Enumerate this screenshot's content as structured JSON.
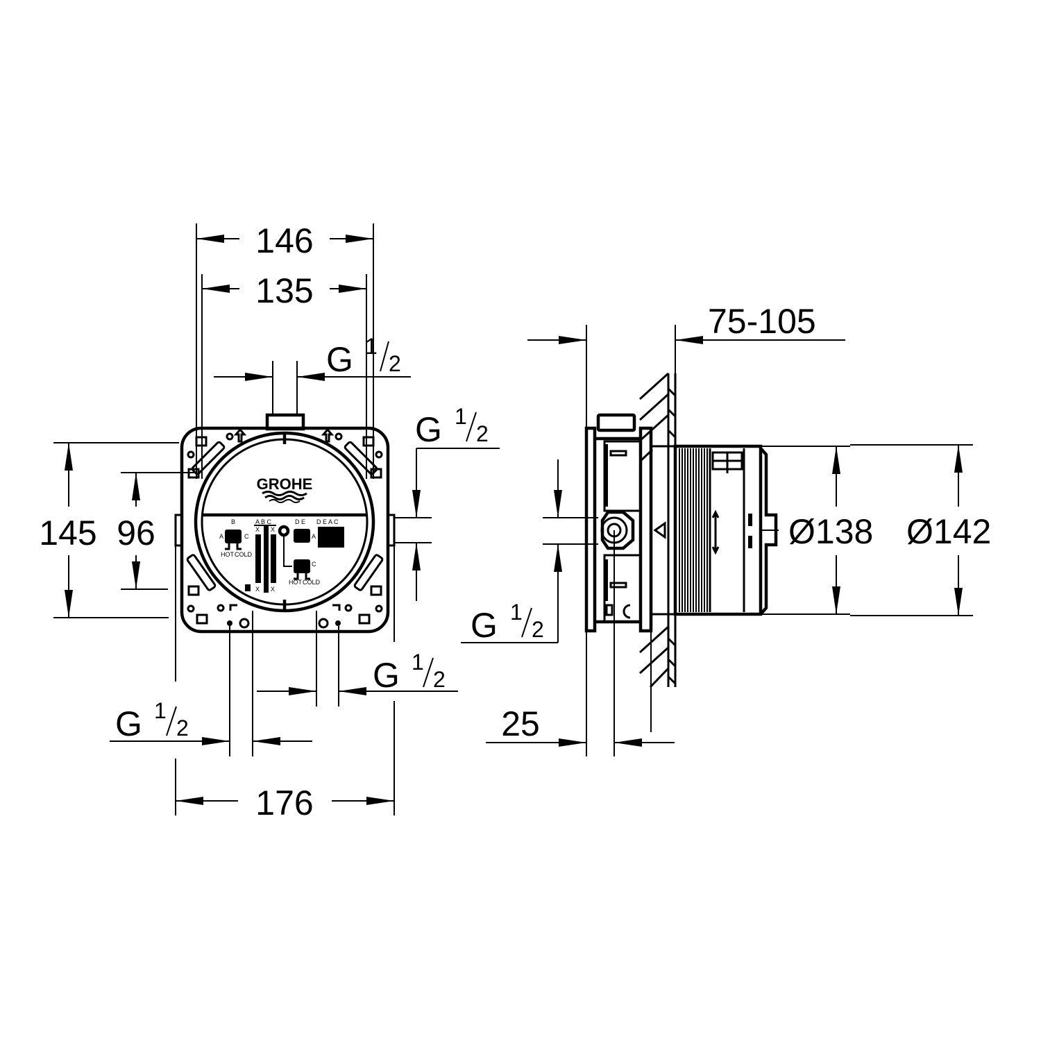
{
  "drawing": {
    "brand_logo": "GROHE",
    "views": [
      "front-view",
      "side-view"
    ]
  },
  "front_view": {
    "dim_width_outer": "146",
    "dim_width_inner": "135",
    "dim_height_outer": "145",
    "dim_height_inner": "96",
    "dim_bottom_width": "176",
    "thread_top": {
      "g": "G",
      "num": "1",
      "den": "2"
    },
    "thread_right": {
      "g": "G",
      "num": "1",
      "den": "2"
    },
    "thread_bottom_left": {
      "g": "G",
      "num": "1",
      "den": "2"
    },
    "thread_bottom_right": {
      "g": "G",
      "num": "1",
      "den": "2"
    },
    "label_panel": {
      "b": "B",
      "a": "A",
      "c": "C",
      "abc": "A B C",
      "de": "D E",
      "deac": "D E A C",
      "hot": "HOT",
      "cold": "COLD",
      "x": "X"
    }
  },
  "side_view": {
    "dim_depth": "75-105",
    "dim_offset": "25",
    "dim_diam_inner": "Ø138",
    "dim_diam_outer": "Ø142",
    "thread_left": {
      "g": "G",
      "num": "1",
      "den": "2"
    }
  }
}
